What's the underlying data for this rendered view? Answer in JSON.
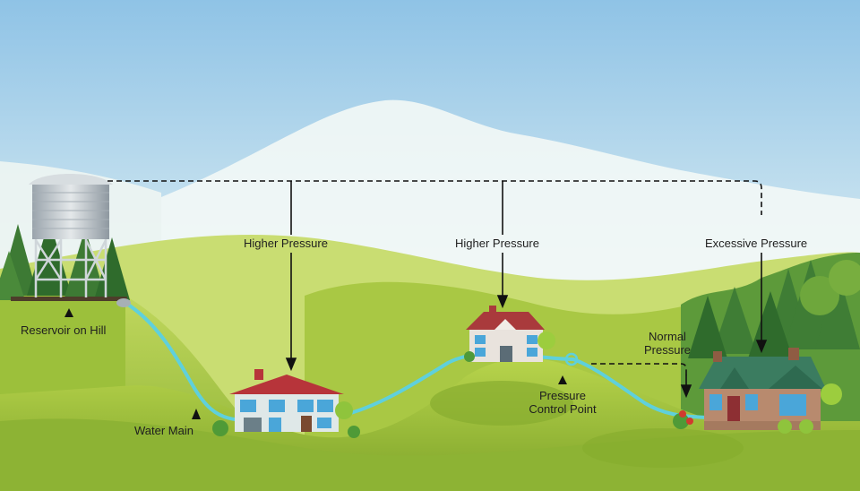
{
  "labels": {
    "reservoir": "Reservoir on Hill",
    "water_main": "Water Main",
    "pressure_house1": "Higher Pressure",
    "pressure_house2": "Higher Pressure",
    "pressure_house3": "Excessive Pressure",
    "normal_pressure_line1": "Normal",
    "normal_pressure_line2": "Pressure",
    "control_point_line1": "Pressure",
    "control_point_line2": "Control Point"
  },
  "colors": {
    "sky_top": "#8fc3e6",
    "sky_bottom": "#e9f3f4",
    "water_pipe": "#5fd0dc",
    "hill_light": "#b6d24a",
    "hill_dark": "#7fa72c",
    "tree": "#3d7a34",
    "line": "#111111"
  }
}
